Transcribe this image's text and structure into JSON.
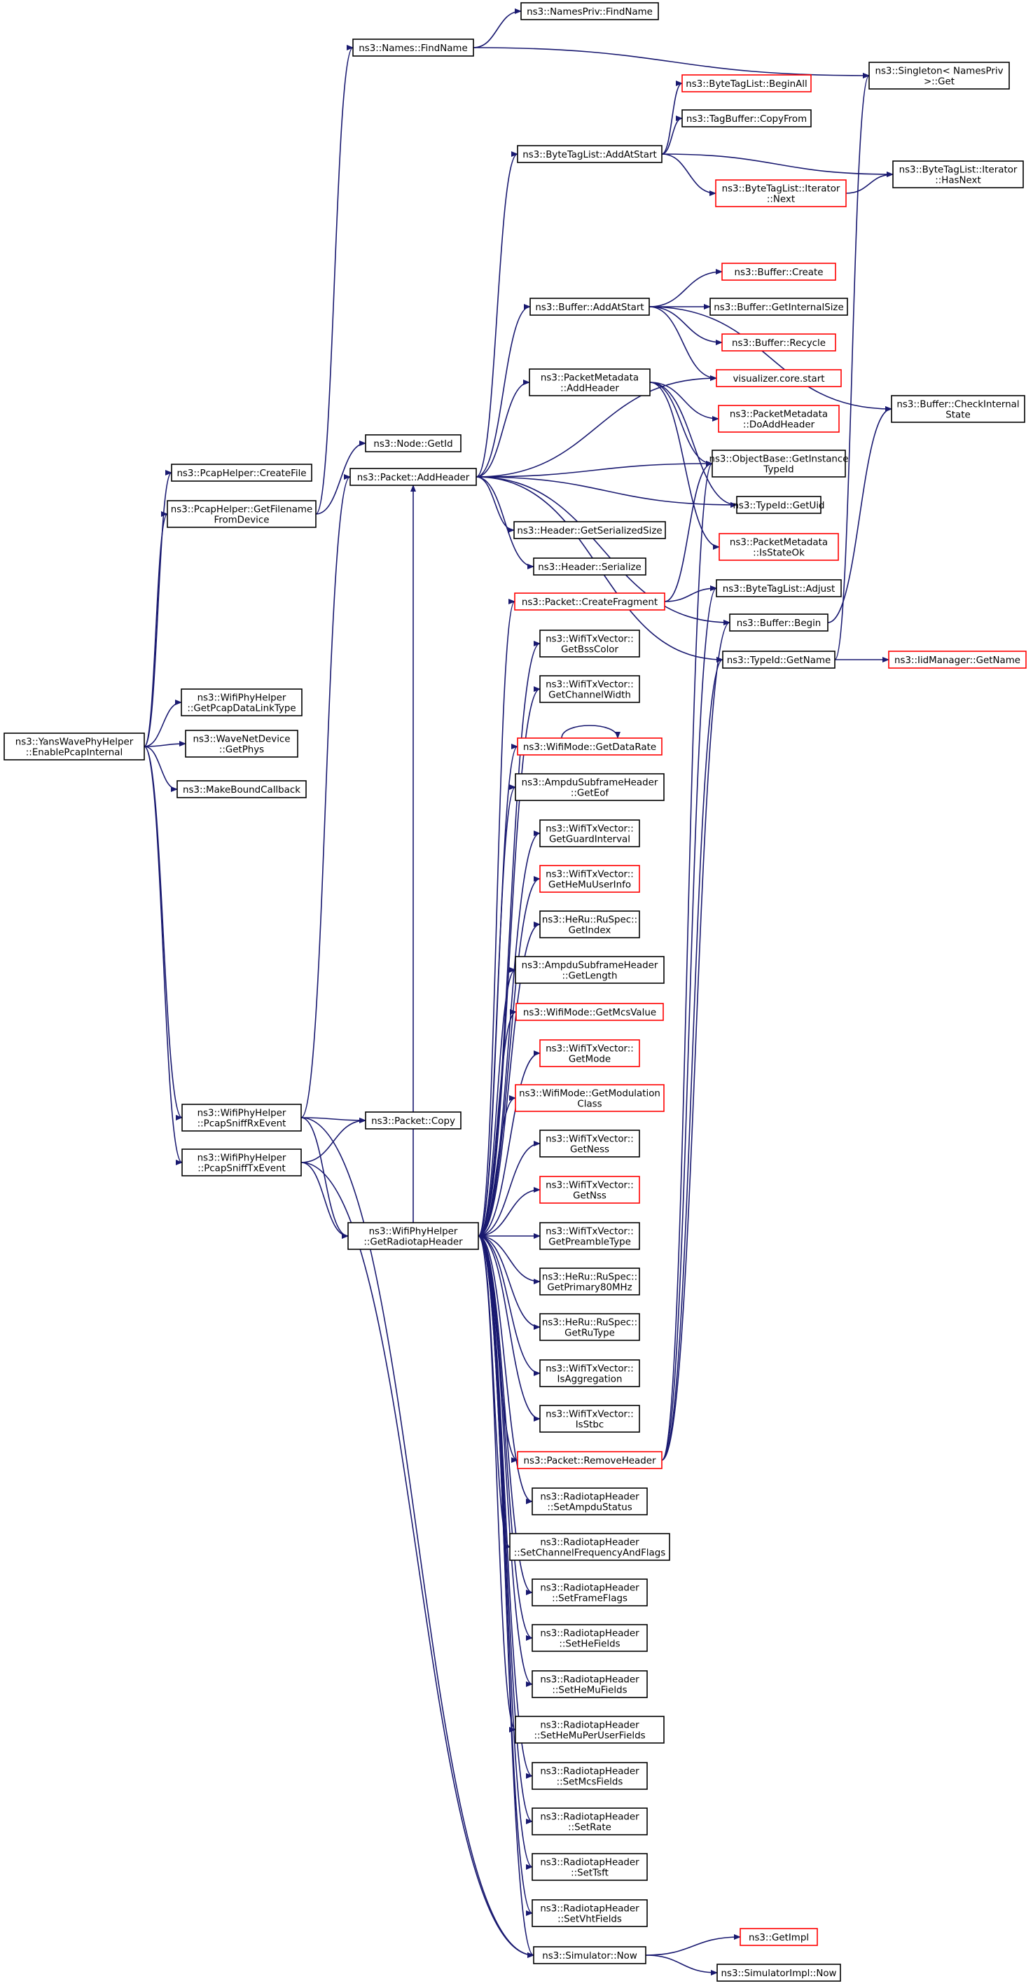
{
  "colors": {
    "edge": "#191970",
    "node_border": "#000000",
    "node_border_missing": "#ff0000",
    "root_fill": "#bfbfbf",
    "node_fill": "#ffffff",
    "text": "#000000"
  },
  "nodes": {
    "root": [
      "ns3::YansWavePhyHelper",
      "::EnablePcapInternal"
    ],
    "pcap_createfile": [
      "ns3::PcapHelper::CreateFile"
    ],
    "pcap_getfilename": [
      "ns3::PcapHelper::GetFilename",
      "FromDevice"
    ],
    "get_datalink": [
      "ns3::WifiPhyHelper",
      "::GetPcapDataLinkType"
    ],
    "wavenet_getphys": [
      "ns3::WaveNetDevice",
      "::GetPhys"
    ],
    "makeboundcallback": [
      "ns3::MakeBoundCallback"
    ],
    "sniffrx": [
      "ns3::WifiPhyHelper",
      "::PcapSniffRxEvent"
    ],
    "snifftx": [
      "ns3::WifiPhyHelper",
      "::PcapSniffTxEvent"
    ],
    "names_findname": [
      "ns3::Names::FindName"
    ],
    "namespriv_findname": [
      "ns3::NamesPriv::FindName"
    ],
    "singleton_get": [
      "ns3::Singleton< NamesPriv",
      ">::Get"
    ],
    "node_getid": [
      "ns3::Node::GetId"
    ],
    "packet_addheader": [
      "ns3::Packet::AddHeader"
    ],
    "packet_copy": [
      "ns3::Packet::Copy"
    ],
    "get_radiotap": [
      "ns3::WifiPhyHelper",
      "::GetRadiotapHeader"
    ],
    "bytetaglist_addatstart": [
      "ns3::ByteTagList::AddAtStart"
    ],
    "bytetaglist_beginall": [
      "ns3::ByteTagList::BeginAll"
    ],
    "tagbuffer_copyfrom": [
      "ns3::TagBuffer::CopyFrom"
    ],
    "iterator_next": [
      "ns3::ByteTagList::Iterator",
      "::Next"
    ],
    "iterator_hasnext": [
      "ns3::ByteTagList::Iterator",
      "::HasNext"
    ],
    "buffer_addatstart": [
      "ns3::Buffer::AddAtStart"
    ],
    "buffer_create": [
      "ns3::Buffer::Create"
    ],
    "buffer_getinternalsize": [
      "ns3::Buffer::GetInternalSize"
    ],
    "buffer_recycle": [
      "ns3::Buffer::Recycle"
    ],
    "viz_start": [
      "visualizer.core.start"
    ],
    "buffer_checkinternal": [
      "ns3::Buffer::CheckInternal",
      "State"
    ],
    "pm_addheader": [
      "ns3::PacketMetadata",
      "::AddHeader"
    ],
    "pm_doaddheader": [
      "ns3::PacketMetadata",
      "::DoAddHeader"
    ],
    "objectbase_getinstance": [
      "ns3::ObjectBase::GetInstance",
      "TypeId"
    ],
    "typeid_getuid": [
      "ns3::TypeId::GetUid"
    ],
    "pm_isstateok": [
      "ns3::PacketMetadata",
      "::IsStateOk"
    ],
    "header_getserializedsize": [
      "ns3::Header::GetSerializedSize"
    ],
    "header_serialize": [
      "ns3::Header::Serialize"
    ],
    "packet_createfragment": [
      "ns3::Packet::CreateFragment"
    ],
    "bytetaglist_adjust": [
      "ns3::ByteTagList::Adjust"
    ],
    "buffer_begin": [
      "ns3::Buffer::Begin"
    ],
    "typeid_getname": [
      "ns3::TypeId::GetName"
    ],
    "iidmanager_getname": [
      "ns3::IidManager::GetName"
    ],
    "txv_getbsscolor": [
      "ns3::WifiTxVector::",
      "GetBssColor"
    ],
    "txv_getchannelwidth": [
      "ns3::WifiTxVector::",
      "GetChannelWidth"
    ],
    "wifimode_getdatarate": [
      "ns3::WifiMode::GetDataRate"
    ],
    "ampdu_geteof": [
      "ns3::AmpduSubframeHeader",
      "::GetEof"
    ],
    "txv_getguardinterval": [
      "ns3::WifiTxVector::",
      "GetGuardInterval"
    ],
    "txv_gethemuuserinfo": [
      "ns3::WifiTxVector::",
      "GetHeMuUserInfo"
    ],
    "heru_getindex": [
      "ns3::HeRu::RuSpec::",
      "GetIndex"
    ],
    "ampdu_getlength": [
      "ns3::AmpduSubframeHeader",
      "::GetLength"
    ],
    "wifimode_getmcsvalue": [
      "ns3::WifiMode::GetMcsValue"
    ],
    "txv_getmode": [
      "ns3::WifiTxVector::",
      "GetMode"
    ],
    "wifimode_getmodulation": [
      "ns3::WifiMode::GetModulation",
      "Class"
    ],
    "txv_getness": [
      "ns3::WifiTxVector::",
      "GetNess"
    ],
    "txv_getnss": [
      "ns3::WifiTxVector::",
      "GetNss"
    ],
    "txv_getpreambletype": [
      "ns3::WifiTxVector::",
      "GetPreambleType"
    ],
    "heru_getprimary80": [
      "ns3::HeRu::RuSpec::",
      "GetPrimary80MHz"
    ],
    "heru_getrutype": [
      "ns3::HeRu::RuSpec::",
      "GetRuType"
    ],
    "txv_isaggregation": [
      "ns3::WifiTxVector::",
      "IsAggregation"
    ],
    "txv_isstbc": [
      "ns3::WifiTxVector::",
      "IsStbc"
    ],
    "packet_removeheader": [
      "ns3::Packet::RemoveHeader"
    ],
    "rt_setampdustatus": [
      "ns3::RadiotapHeader",
      "::SetAmpduStatus"
    ],
    "rt_setchannelfreq": [
      "ns3::RadiotapHeader",
      "::SetChannelFrequencyAndFlags"
    ],
    "rt_setframeflags": [
      "ns3::RadiotapHeader",
      "::SetFrameFlags"
    ],
    "rt_sethefields": [
      "ns3::RadiotapHeader",
      "::SetHeFields"
    ],
    "rt_sethemufields": [
      "ns3::RadiotapHeader",
      "::SetHeMuFields"
    ],
    "rt_sethemuperuser": [
      "ns3::RadiotapHeader",
      "::SetHeMuPerUserFields"
    ],
    "rt_setmcsfields": [
      "ns3::RadiotapHeader",
      "::SetMcsFields"
    ],
    "rt_setrate": [
      "ns3::RadiotapHeader",
      "::SetRate"
    ],
    "rt_settsft": [
      "ns3::RadiotapHeader",
      "::SetTsft"
    ],
    "rt_setvhtfields": [
      "ns3::RadiotapHeader",
      "::SetVhtFields"
    ],
    "simulator_now": [
      "ns3::Simulator::Now"
    ],
    "getimpl": [
      "ns3::GetImpl"
    ],
    "simulatorimpl_now": [
      "ns3::SimulatorImpl::Now"
    ]
  }
}
